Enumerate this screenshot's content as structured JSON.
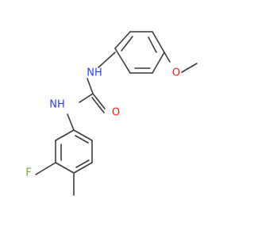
{
  "molecule": {
    "atoms": {
      "nh_top": {
        "text": "NH",
        "color": "#2a3cff"
      },
      "nh_bottom": {
        "text": "NH",
        "color": "#2a3cff"
      },
      "oxygen_carbonyl": {
        "text": "O",
        "color": "#ff1a1a"
      },
      "oxygen_methoxy": {
        "text": "O",
        "color": "#ff1a1a"
      },
      "fluorine": {
        "text": "F",
        "color": "#7aa832"
      }
    },
    "bond_color": "#3c3c3c"
  }
}
